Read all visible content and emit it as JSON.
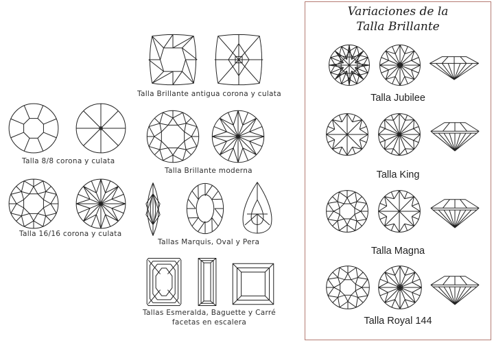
{
  "left_section": {
    "captions": {
      "talla_8_8": "Talla  8/8  corona  y  culata",
      "talla_16_16": "Talla  16/16  corona  y  culata",
      "brillante_antigua": "Talla  Brillante  antigua  corona  y  culata",
      "brillante_moderna": "Talla  Brillante  moderna",
      "marquis_oval_pera": "Tallas  Marquis,  Oval  y  Pera",
      "esmeralda_line1": "Tallas  Esmeralda,  Baguette  y  Carré",
      "esmeralda_line2": "facetas  en  escalera"
    }
  },
  "right_panel": {
    "title_line1": "Variaciones de la",
    "title_line2": "Talla Brillante",
    "labels": {
      "jubilee": "Talla Jubilee",
      "king": "Talla King",
      "magna": "Talla Magna",
      "royal": "Talla Royal 144"
    },
    "border_color": "#b47a72"
  }
}
